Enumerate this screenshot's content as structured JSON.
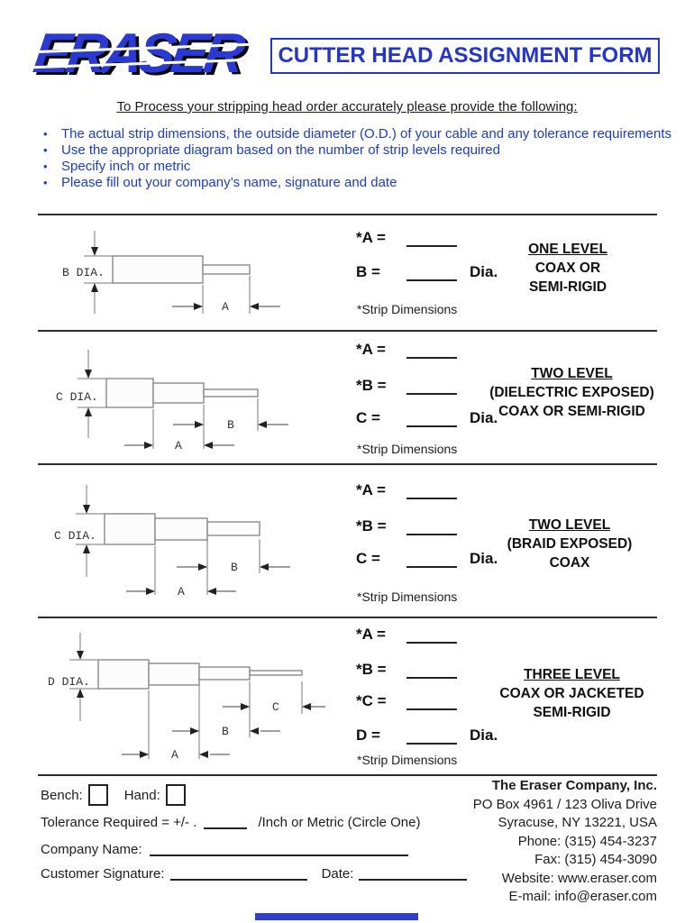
{
  "page": {
    "logo_text": "ERASER",
    "title": "CUTTER HEAD ASSIGNMENT FORM",
    "intro": "To Process your stripping head order accurately please provide the following:"
  },
  "bullets": [
    "The actual strip dimensions, the outside diameter (O.D.) of your cable and any tolerance requirements",
    "Use the appropriate diagram based on the number of strip levels required",
    "Specify inch or metric",
    "Please fill out your company’s name, signature and date"
  ],
  "sections": [
    {
      "name": "one-level",
      "diagram": {
        "dia_label": "B DIA.",
        "dim_a": "A"
      },
      "fields": [
        {
          "label": "*A =",
          "suffix": ""
        },
        {
          "label": "B =",
          "suffix": "Dia."
        }
      ],
      "note": "*Strip Dimensions",
      "title_lines": [
        "ONE LEVEL",
        "COAX OR",
        "SEMI-RIGID"
      ]
    },
    {
      "name": "two-level-dielectric",
      "diagram": {
        "dia_label": "C DIA.",
        "dim_a": "A",
        "dim_b": "B"
      },
      "fields": [
        {
          "label": "*A =",
          "suffix": ""
        },
        {
          "label": "*B =",
          "suffix": ""
        },
        {
          "label": "C =",
          "suffix": "Dia."
        }
      ],
      "note": "*Strip Dimensions",
      "title_lines": [
        "TWO LEVEL",
        "(DIELECTRIC EXPOSED)",
        "COAX OR SEMI-RIGID"
      ]
    },
    {
      "name": "two-level-braid",
      "diagram": {
        "dia_label": "C DIA.",
        "dim_a": "A",
        "dim_b": "B"
      },
      "fields": [
        {
          "label": "*A =",
          "suffix": ""
        },
        {
          "label": "*B =",
          "suffix": ""
        },
        {
          "label": "C =",
          "suffix": "Dia."
        }
      ],
      "note": "*Strip Dimensions",
      "title_lines": [
        "TWO LEVEL",
        "(BRAID EXPOSED)",
        "COAX"
      ]
    },
    {
      "name": "three-level",
      "diagram": {
        "dia_label": "D DIA.",
        "dim_a": "A",
        "dim_b": "B",
        "dim_c": "C"
      },
      "fields": [
        {
          "label": "*A =",
          "suffix": ""
        },
        {
          "label": "*B =",
          "suffix": ""
        },
        {
          "label": "*C =",
          "suffix": ""
        },
        {
          "label": "D =",
          "suffix": "Dia."
        }
      ],
      "note": "*Strip Dimensions",
      "title_lines": [
        "THREE LEVEL",
        "COAX OR JACKETED",
        "SEMI-RIGID"
      ]
    }
  ],
  "footer": {
    "bench_label": "Bench:",
    "hand_label": "Hand:",
    "tolerance_prefix": "Tolerance Required = +/- .",
    "tolerance_suffix": "/Inch or Metric (Circle One)",
    "company_name_label": "Company Name:",
    "customer_signature_label": "Customer Signature:",
    "date_label": "Date:",
    "company": {
      "name": "The Eraser Company, Inc.",
      "address_line1": "PO Box 4961 / 123 Oliva Drive",
      "address_line2": "Syracuse, NY 13221, USA",
      "phone": "Phone: (315) 454-3237",
      "fax": "Fax: (315) 454-3090",
      "website": "Website: www.eraser.com",
      "email": "E-mail: info@eraser.com"
    }
  },
  "colors": {
    "accent_blue": "#2336c6",
    "bullet_blue": "#1c3bc9",
    "logo_blue": "#2939d2",
    "text_dark": "#1c1c1c"
  }
}
